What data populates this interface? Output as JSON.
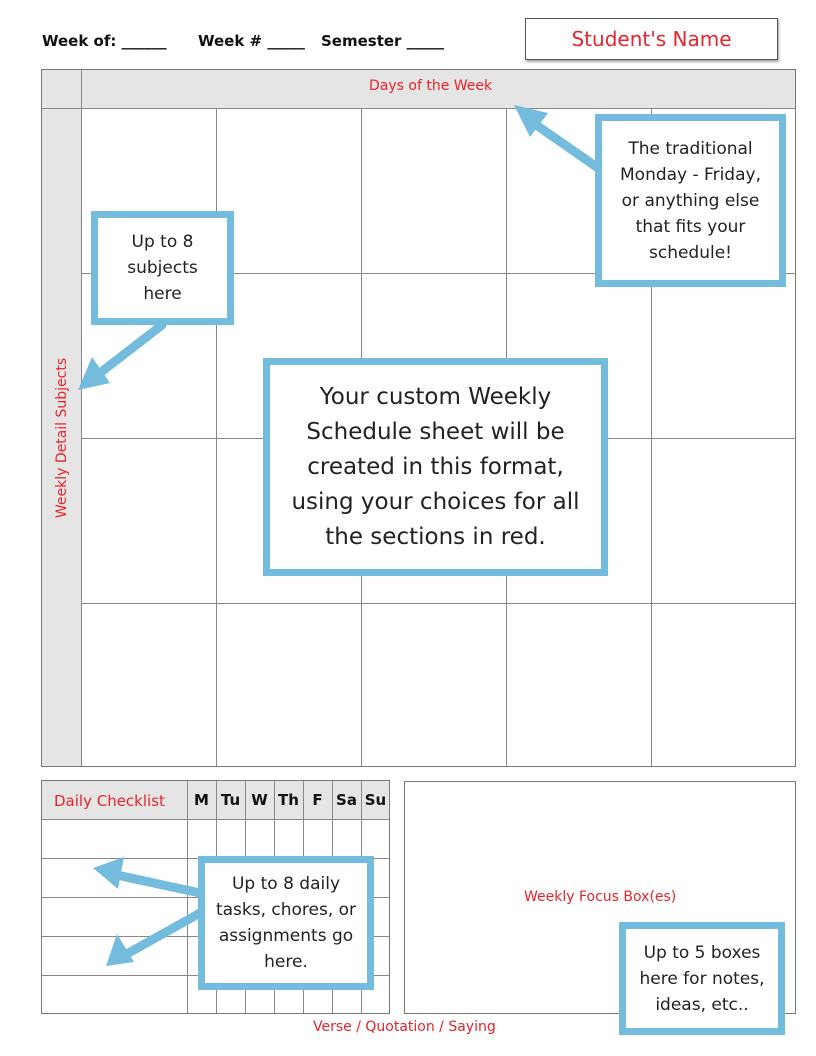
{
  "header": {
    "week_of": "Week of: ______",
    "week_num": "Week # _____",
    "semester": "Semester _____",
    "student_name": "Student's Name"
  },
  "schedule": {
    "days_label": "Days of the Week",
    "subjects_label": "Weekly Detail Subjects"
  },
  "checklist": {
    "title": "Daily Checklist",
    "days": [
      "M",
      "Tu",
      "W",
      "Th",
      "F",
      "Sa",
      "Su"
    ]
  },
  "focus": {
    "label": "Weekly Focus Box(es)"
  },
  "footer": {
    "verse_label": "Verse / Quotation / Saying"
  },
  "callouts": {
    "days": "The traditional Monday - Friday, or anything else that fits your schedule!",
    "subjects": "Up to 8 subjects here",
    "center": "Your custom Weekly Schedule sheet will be created in this format, using your choices for all the sections in red.",
    "tasks": "Up to 8 daily tasks, chores, or assignments go here.",
    "boxes": "Up to 5 boxes here for notes, ideas, etc.."
  },
  "colors": {
    "accent_red": "#e8242b",
    "callout_blue": "#74bcdd",
    "header_gray": "#e5e5e5"
  }
}
